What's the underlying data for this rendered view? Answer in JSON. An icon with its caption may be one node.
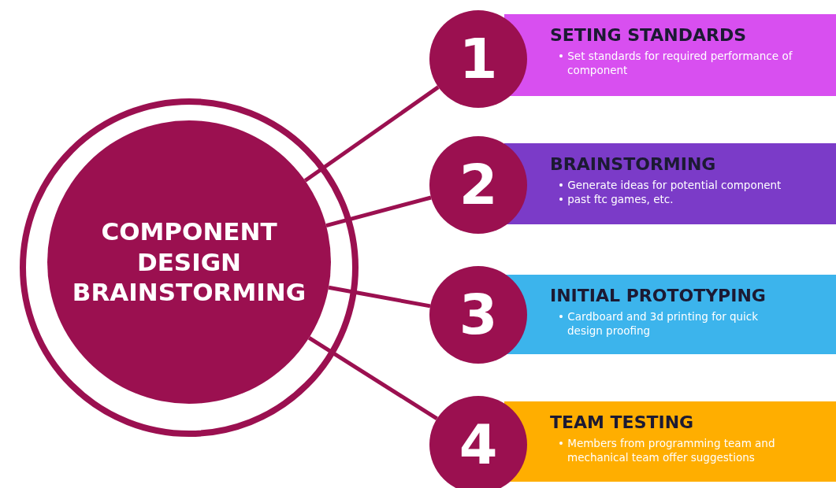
{
  "diagram": {
    "nodes": [
      {
        "text": [],
        "shape": "circle"
      },
      {
        "text": [
          "COMPONENT DESIGN BRAINSTORMING"
        ],
        "in": 0
      },
      {
        "text": [
          "1"
        ]
      },
      {
        "text": [
          "SETING STANDARDS",
          "• Set standards for required performance of component"
        ]
      },
      {
        "text": [
          "2"
        ]
      },
      {
        "text": [
          "BRAINSTORMING",
          "• Generate ideas for potential component",
          "• past ftc games, etc."
        ]
      },
      {
        "text": [
          "3"
        ]
      },
      {
        "text": [
          "INITIAL PROTOTYPING",
          "• Cardboard and 3d printing for quick design proofing"
        ]
      },
      {
        "text": [
          "4"
        ]
      },
      {
        "text": [
          "TEAM TESTING",
          "• Members from programming team and mechanical team offer suggestions"
        ]
      }
    ],
    "edges": [
      {
        "from": 1,
        "to": 2,
        "arrow": "none"
      },
      {
        "from": 1,
        "to": 4,
        "arrow": "none"
      },
      {
        "from": 1,
        "to": 6,
        "arrow": "none"
      },
      {
        "from": 1,
        "to": 8,
        "arrow": "none"
      }
    ]
  }
}
